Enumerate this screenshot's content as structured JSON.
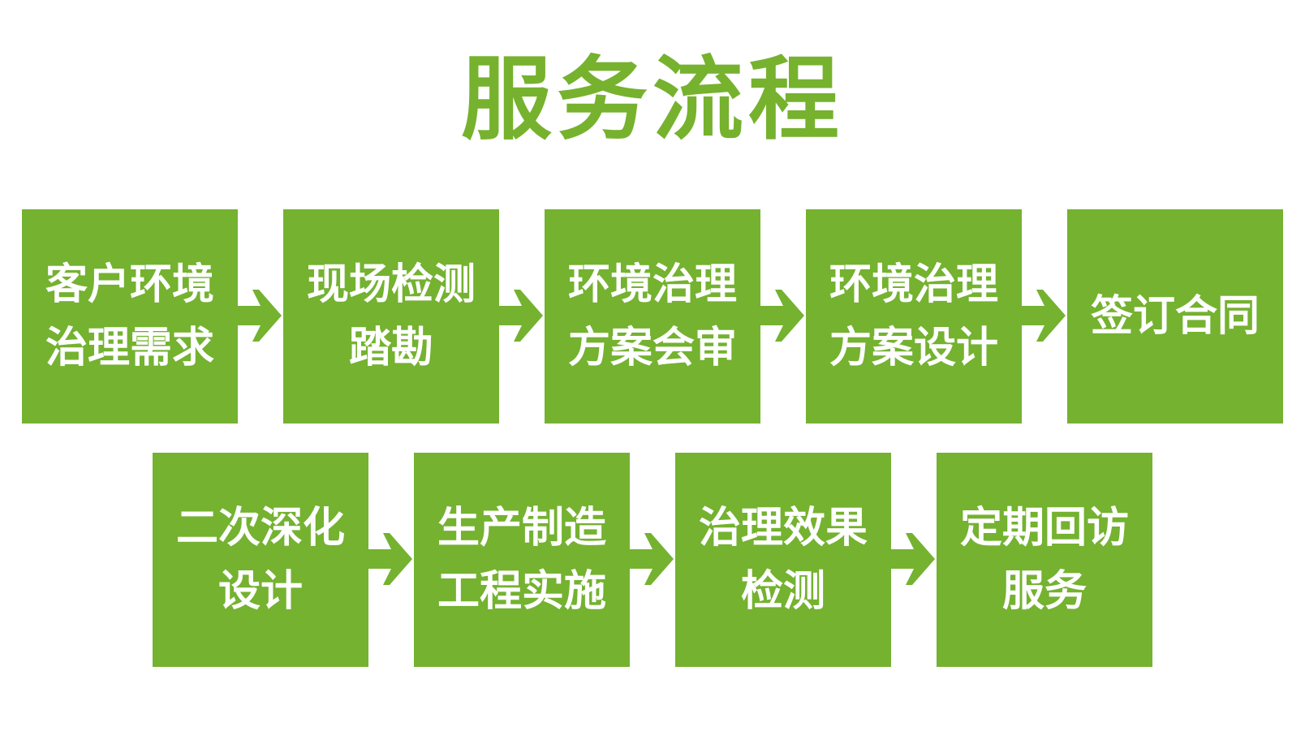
{
  "title": "服务流程",
  "accent_color": "#74b230",
  "steps": [
    {
      "lines": [
        "客户环境",
        "治理需求"
      ]
    },
    {
      "lines": [
        "现场检测",
        "踏勘"
      ]
    },
    {
      "lines": [
        "环境治理",
        "方案会审"
      ]
    },
    {
      "lines": [
        "环境治理",
        "方案设计"
      ]
    },
    {
      "lines": [
        "签订合同"
      ]
    },
    {
      "lines": [
        "二次深化",
        "设计"
      ]
    },
    {
      "lines": [
        "生产制造",
        "工程实施"
      ]
    },
    {
      "lines": [
        "治理效果",
        "检测"
      ]
    },
    {
      "lines": [
        "定期回访",
        "服务"
      ]
    }
  ],
  "arrow_icon": "right-arrow-icon"
}
